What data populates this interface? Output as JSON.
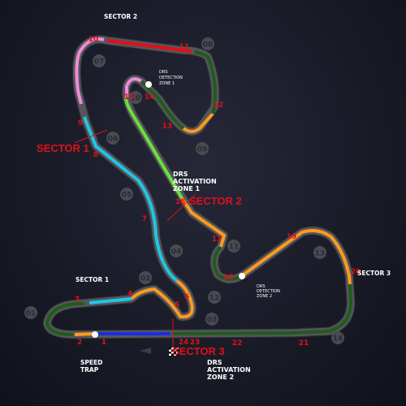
{
  "sector_labels": {
    "sector1_white": "SECTOR 1",
    "sector2_white": "SECTOR 2",
    "sector3_white": "SECTOR 3",
    "sector1_red": "SECTOR 1",
    "sector2_red": "SECTOR 2",
    "sector3_red": "SECTOR 3"
  },
  "drs": {
    "activation_zone_1": [
      "DRS",
      "ACTIVATION",
      "ZONE 1"
    ],
    "activation_zone_2": [
      "DRS",
      "ACTIVATION",
      "ZONE 2"
    ],
    "detection_zone_1": [
      "DRS",
      "DETECTION",
      "ZONE 1"
    ],
    "detection_zone_2": [
      "DRS",
      "DETECTION",
      "ZONE 2"
    ]
  },
  "speed_trap": [
    "SPEED",
    "TRAP"
  ],
  "turn_numbers": [
    "1",
    "2",
    "3",
    "4",
    "5",
    "6",
    "7",
    "8",
    "9",
    "10",
    "11",
    "12",
    "13",
    "14",
    "15",
    "16",
    "17",
    "18",
    "19",
    "20",
    "21",
    "22",
    "23",
    "24"
  ],
  "marshal_posts": [
    "01",
    "02",
    "03",
    "04",
    "05",
    "06",
    "07",
    "08",
    "09",
    "10",
    "11",
    "12",
    "13",
    "14"
  ],
  "colors": {
    "track": "#3a3b40",
    "red": "#e0101a",
    "pink": "#f08ad8",
    "cyan": "#1ec6e6",
    "green": "#69e23a",
    "darkgreen": "#1e5c1a",
    "orange": "#ff9a1e",
    "blue": "#1a2ee0",
    "marshal": "#4a4b52"
  }
}
